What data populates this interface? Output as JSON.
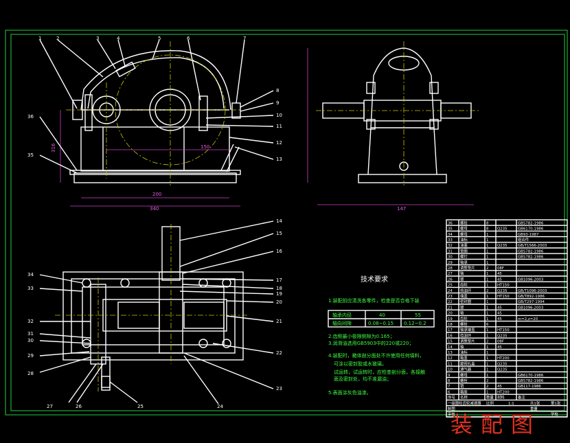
{
  "drawing_title": "装配图",
  "callouts": [
    "1",
    "2",
    "3",
    "4",
    "5",
    "6",
    "7",
    "8",
    "9",
    "10",
    "11",
    "12",
    "13",
    "14",
    "15",
    "16",
    "17",
    "18",
    "19",
    "20",
    "21",
    "22",
    "23",
    "24",
    "25",
    "26",
    "27",
    "28",
    "29",
    "30",
    "31",
    "32",
    "33",
    "34",
    "35",
    "36"
  ],
  "front_view_dims": [
    "340",
    "200",
    "150",
    "316"
  ],
  "side_view_dims": [
    "147"
  ],
  "technical_requirements": {
    "title": "技术要求",
    "item1": "1.装配前应清洗各零件，检查是否合格下装",
    "table_header": [
      "轴承内径",
      "40",
      "55"
    ],
    "table_row": [
      "轴向间隙",
      "0.08~0.15",
      "0.12~0.2"
    ],
    "item2": "2.齿侧最小极限侧隙为0.165；",
    "item3": "3.润滑油选用GB5903中的220或220；",
    "item4_lines": [
      "4.装配时，箱体剖分面处不许使用任何填料，",
      "可涂以密封胶或水玻璃，",
      "试运转，试运转时，应检查剖分面，各接触",
      "面及密封处，均不准漏油；"
    ],
    "item5": "5.表面涂灰色油漆。"
  },
  "parts_list": {
    "rows": [
      [
        "36",
        "螺栓",
        "8",
        "",
        "GB5782-1986"
      ],
      [
        "35",
        "螺母",
        "8",
        "Q235",
        "GB6170-1986"
      ],
      [
        "34",
        "螺母",
        "1",
        "",
        "GB93-1987"
      ],
      [
        "33",
        "油标",
        "1",
        "",
        "组合件"
      ],
      [
        "32",
        "油塞",
        "1",
        "Q235",
        "GB/T1566-2003"
      ],
      [
        "31",
        "垫圈",
        "1",
        "",
        "GB5782-1986"
      ],
      [
        "30",
        "螺钉",
        "1",
        "",
        "GB5782-1986"
      ],
      [
        "29",
        "轴承",
        "1",
        "",
        ""
      ],
      [
        "28",
        "调整垫片",
        "2",
        "08F",
        ""
      ],
      [
        "27",
        "轴",
        "1",
        "45",
        ""
      ],
      [
        "26",
        "键",
        "1",
        "45",
        "GB1096-2003"
      ],
      [
        "25",
        "齿轮",
        "1",
        "HT150",
        ""
      ],
      [
        "24",
        "挡油环",
        "2",
        "Q235",
        "GB/T1096-2003"
      ],
      [
        "23",
        "端盖",
        "1",
        "HT150",
        "GB/T892-1986"
      ],
      [
        "22",
        "密封圈",
        "1",
        "",
        "GB/T297-1994"
      ],
      [
        "21",
        "键",
        "1",
        "45",
        "GB1096-2003"
      ],
      [
        "20",
        "轴",
        "1",
        "45",
        ""
      ],
      [
        "19",
        "齿轮",
        "1",
        "45",
        "m=2,z=20"
      ],
      [
        "18",
        "螺栓",
        "6",
        "",
        ""
      ],
      [
        "17",
        "轴承端盖",
        "1",
        "HT150",
        ""
      ],
      [
        "16",
        "挡油环",
        "1",
        "Q235",
        ""
      ],
      [
        "15",
        "调整垫片",
        "2",
        "08F",
        ""
      ],
      [
        "14",
        "轴",
        "1",
        "45",
        ""
      ],
      [
        "13",
        "油标",
        "1",
        "",
        ""
      ],
      [
        "12",
        "箱盖",
        "1",
        "HT200",
        ""
      ],
      [
        "11",
        "窥视孔盖",
        "1",
        "Q235",
        ""
      ],
      [
        "10",
        "通气器",
        "1",
        "Q235",
        ""
      ],
      [
        "9",
        "螺母",
        "1",
        "",
        "GB6170-1986"
      ],
      [
        "8",
        "螺栓",
        "2",
        "",
        "GB5782-1986"
      ],
      [
        "7",
        "销",
        "2",
        "45",
        "GB117-1986"
      ],
      [
        "6",
        "箱座",
        "1",
        "HT200",
        ""
      ]
    ],
    "header": [
      "序号",
      "名称",
      "数量",
      "材料",
      "备注"
    ],
    "footer_rows": [
      [
        "一级圆柱齿轮减速器",
        "比例",
        "1:1",
        "共1张",
        "第1张"
      ],
      [
        "制图",
        "",
        "",
        "重量",
        ""
      ],
      [
        "审核",
        "",
        "",
        "",
        "学校"
      ]
    ]
  },
  "colors": {
    "background": "#000000",
    "outline": "#ffffff",
    "border": "#20d040",
    "center_line": "#c8c800",
    "dimension": "#d040d0",
    "title_seal": "#e0301f"
  }
}
